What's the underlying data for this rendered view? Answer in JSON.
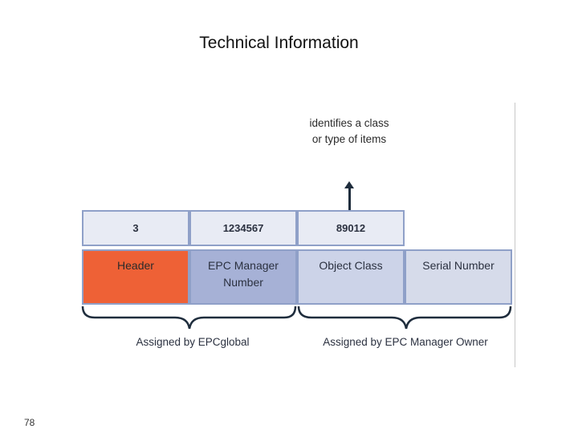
{
  "title": "Technical Information",
  "annotation": {
    "line1": "identifies a class",
    "line2": "or type of items"
  },
  "numbers": [
    "3",
    "1234567",
    "89012"
  ],
  "fields": {
    "header": "Header",
    "epc_manager_1": "EPC Manager",
    "epc_manager_2": "Number",
    "object_class": "Object Class",
    "serial_number": "Serial Number"
  },
  "assigned": {
    "left": "Assigned by EPCglobal",
    "right": "Assigned by EPC Manager Owner"
  },
  "page_number": "78",
  "colors": {
    "header": "#ee6136",
    "epc_manager": "#a6b1d6",
    "object_class": "#ccd3e8",
    "serial_number": "#d6dbea",
    "border": "#8fa0c8"
  }
}
